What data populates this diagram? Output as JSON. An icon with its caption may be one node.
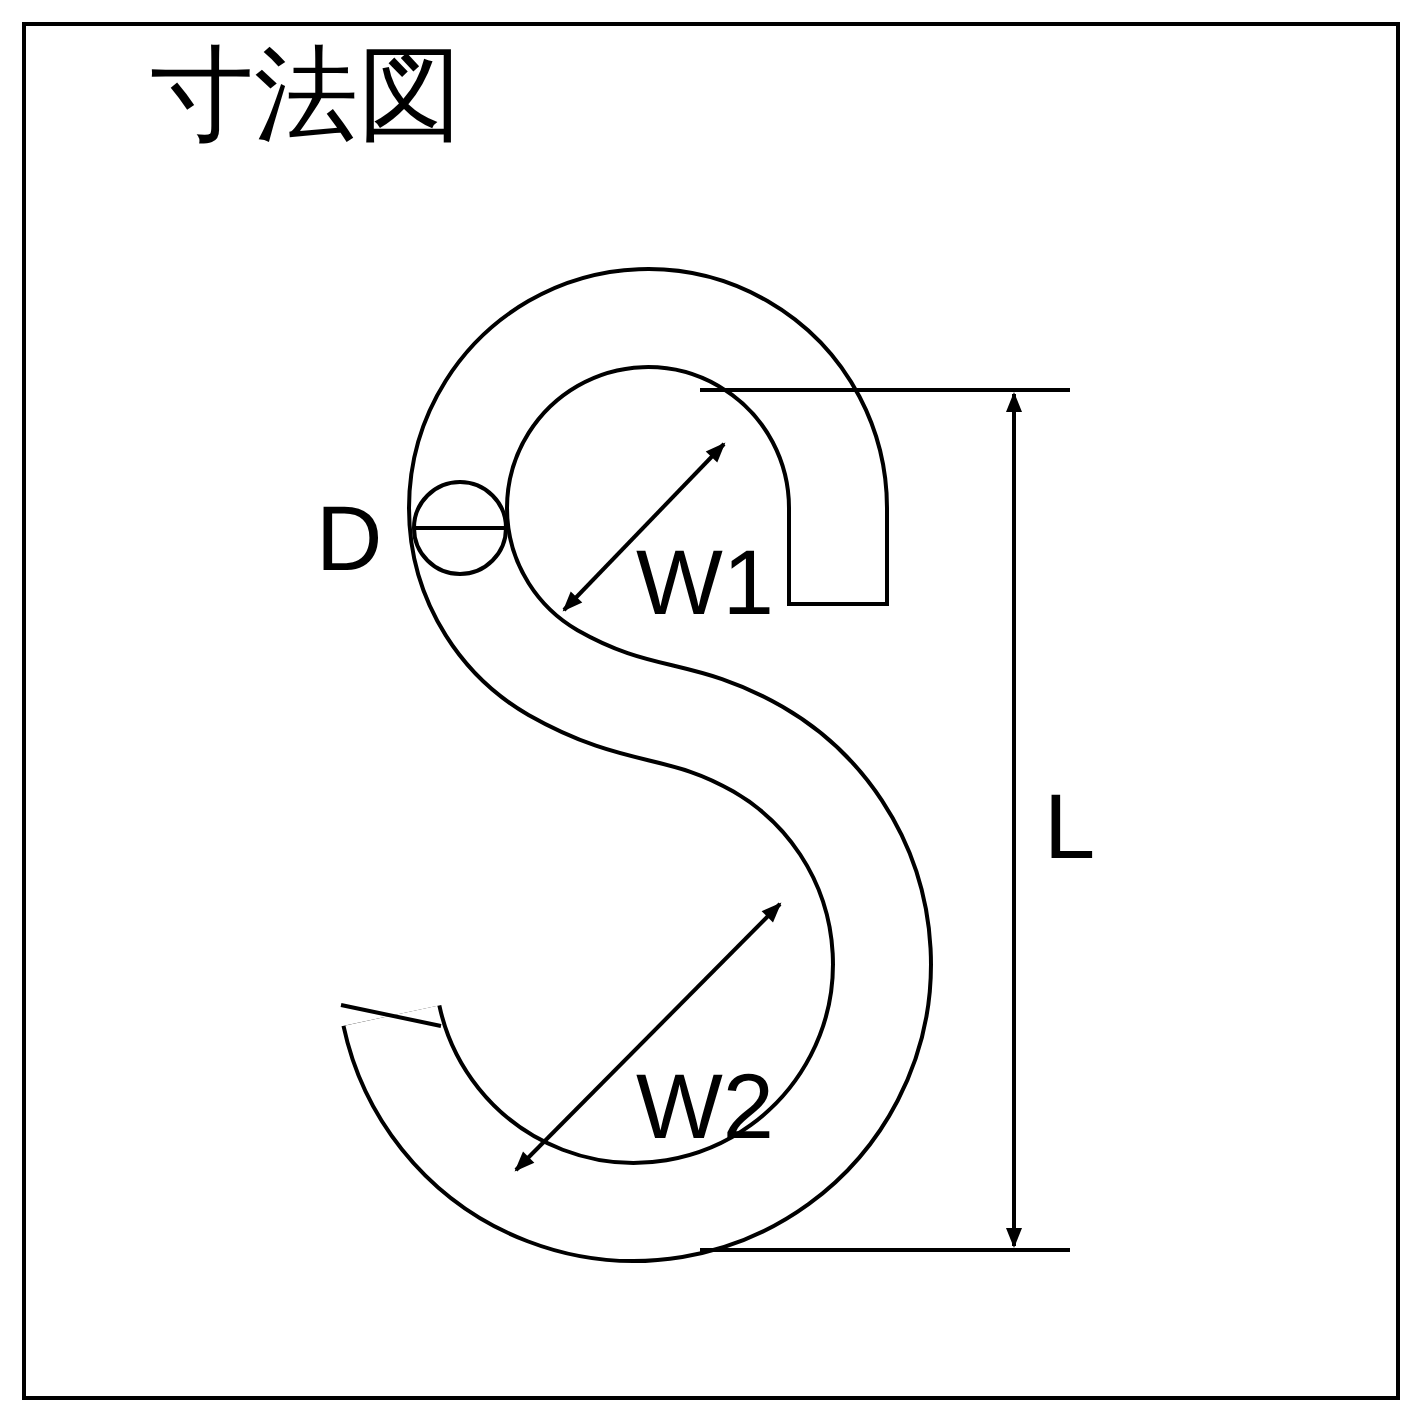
{
  "diagram": {
    "title": "寸法図",
    "labels": [
      "D",
      "W1",
      "L",
      "W2"
    ]
  }
}
